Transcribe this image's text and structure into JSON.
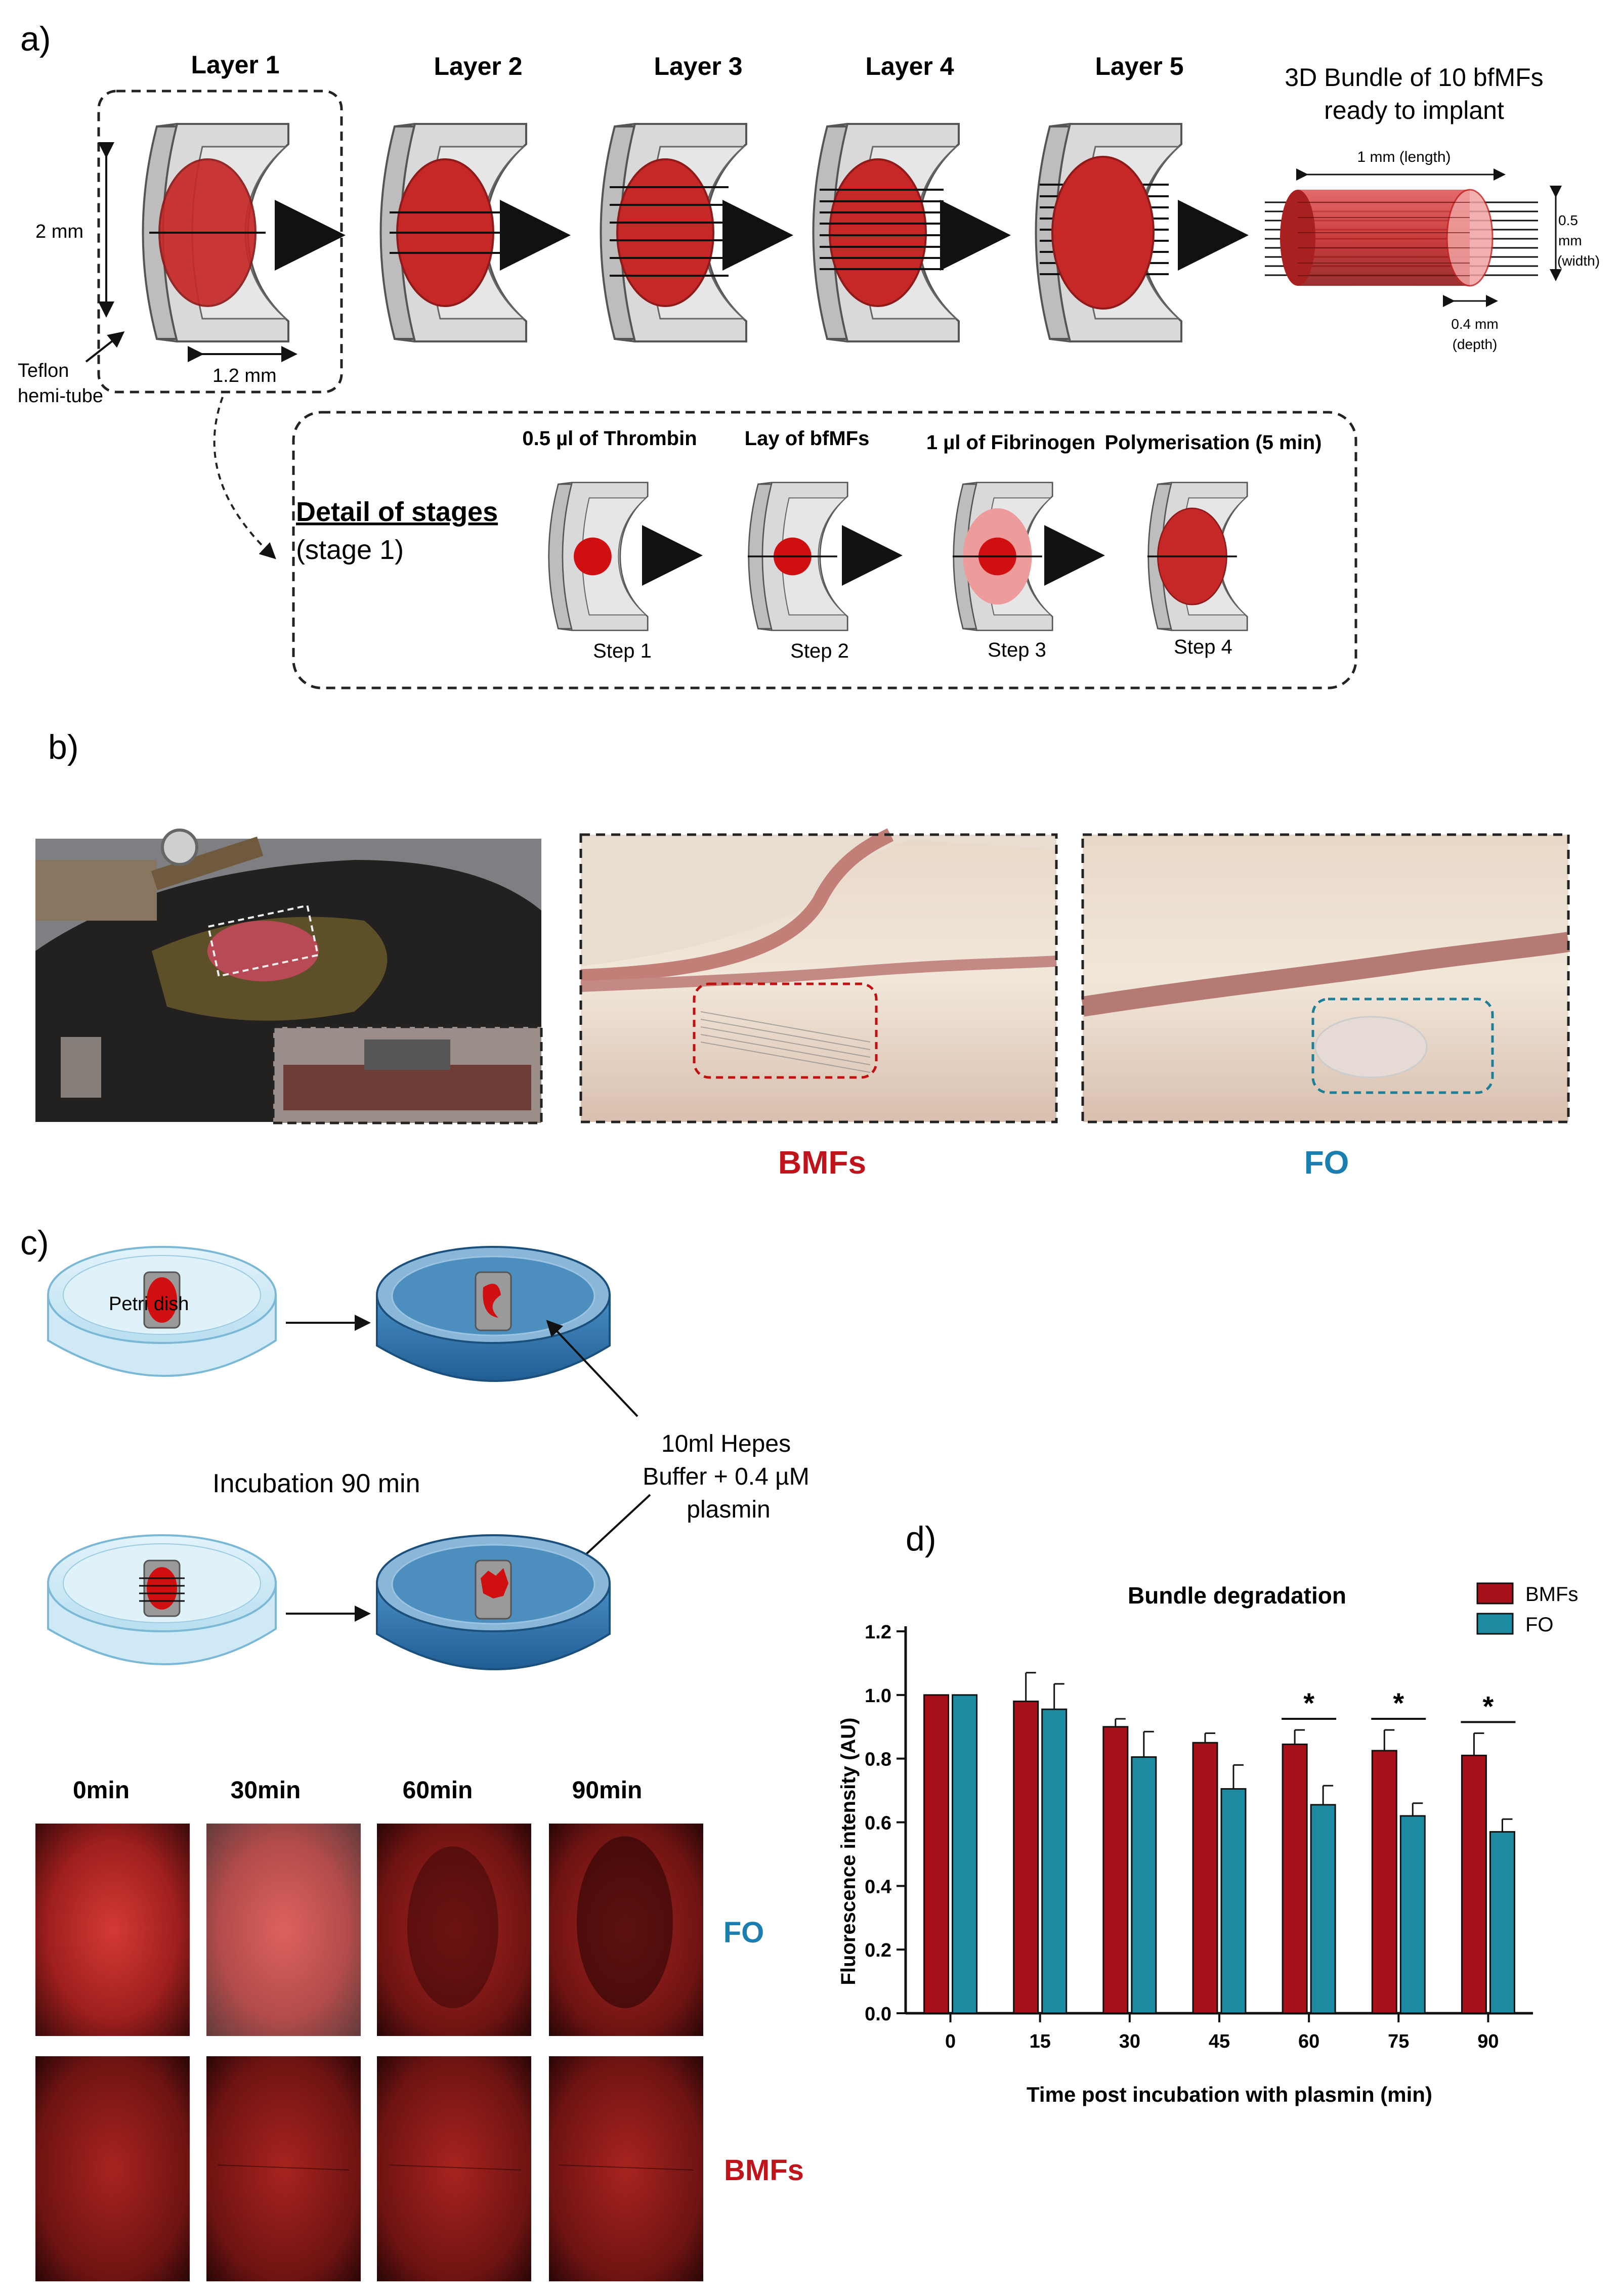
{
  "panel_a": {
    "label": "a)",
    "layers": [
      "Layer 1",
      "Layer 2",
      "Layer 3",
      "Layer 4",
      "Layer 5"
    ],
    "bundle_title_1": "3D Bundle of 10 bfMFs",
    "bundle_title_2": "ready to implant",
    "dim_height": "2 mm",
    "dim_width": "1.2 mm",
    "teflon_1": "Teflon",
    "teflon_2": "hemi-tube",
    "bundle_length": "1 mm (length)",
    "bundle_width_1": "0.5",
    "bundle_width_2": "mm",
    "bundle_width_3": "(width)",
    "bundle_depth_1": "0.4 mm",
    "bundle_depth_2": "(depth)",
    "detail_title": "Detail of stages",
    "detail_sub": "(stage 1)",
    "steps": [
      {
        "top": "0.5 µl of Thrombin",
        "bottom": "Step 1"
      },
      {
        "top": "Lay of bfMFs",
        "bottom": "Step 2"
      },
      {
        "top": "1 µl of Fibrinogen",
        "bottom": "Step 3"
      },
      {
        "top": "Polymerisation (5 min)",
        "bottom": "Step 4"
      }
    ]
  },
  "panel_b": {
    "label": "b)",
    "bmfs_label": "BMFs",
    "fo_label": "FO"
  },
  "panel_c": {
    "label": "c)",
    "petri": "Petri dish",
    "incubation": "Incubation 90 min",
    "buffer_1": "10ml Hepes",
    "buffer_2": "Buffer + 0.4 µM",
    "buffer_3": "plasmin",
    "times": [
      "0min",
      "30min",
      "60min",
      "90min"
    ],
    "row_fo": "FO",
    "row_bmfs": "BMFs"
  },
  "colors": {
    "bmfs": "#a8101a",
    "fo": "#1c8aa0",
    "fo_text": "#1a7fb0",
    "bmfs_text": "#c0141c"
  },
  "chart_data": {
    "panel_label": "d)",
    "type": "bar",
    "title": "Bundle degradation",
    "xlabel": "Time post incubation with plasmin (min)",
    "ylabel": "Fluorescence intensity (AU)",
    "categories": [
      "0",
      "15",
      "30",
      "45",
      "60",
      "75",
      "90"
    ],
    "ylim": [
      0,
      1.2
    ],
    "yticks": [
      "0.0",
      "0.2",
      "0.4",
      "0.6",
      "0.8",
      "1.0",
      "1.2"
    ],
    "legend_position": "top-right",
    "series": [
      {
        "name": "BMFs",
        "values": [
          1.0,
          0.98,
          0.9,
          0.85,
          0.845,
          0.825,
          0.81
        ],
        "errors": [
          0,
          0.09,
          0.025,
          0.03,
          0.045,
          0.065,
          0.07
        ]
      },
      {
        "name": "FO",
        "values": [
          1.0,
          0.955,
          0.805,
          0.705,
          0.655,
          0.62,
          0.57
        ],
        "errors": [
          0,
          0.08,
          0.08,
          0.075,
          0.06,
          0.04,
          0.04
        ]
      }
    ],
    "significance": [
      "",
      "",
      "",
      "",
      "*",
      "*",
      "*"
    ]
  }
}
